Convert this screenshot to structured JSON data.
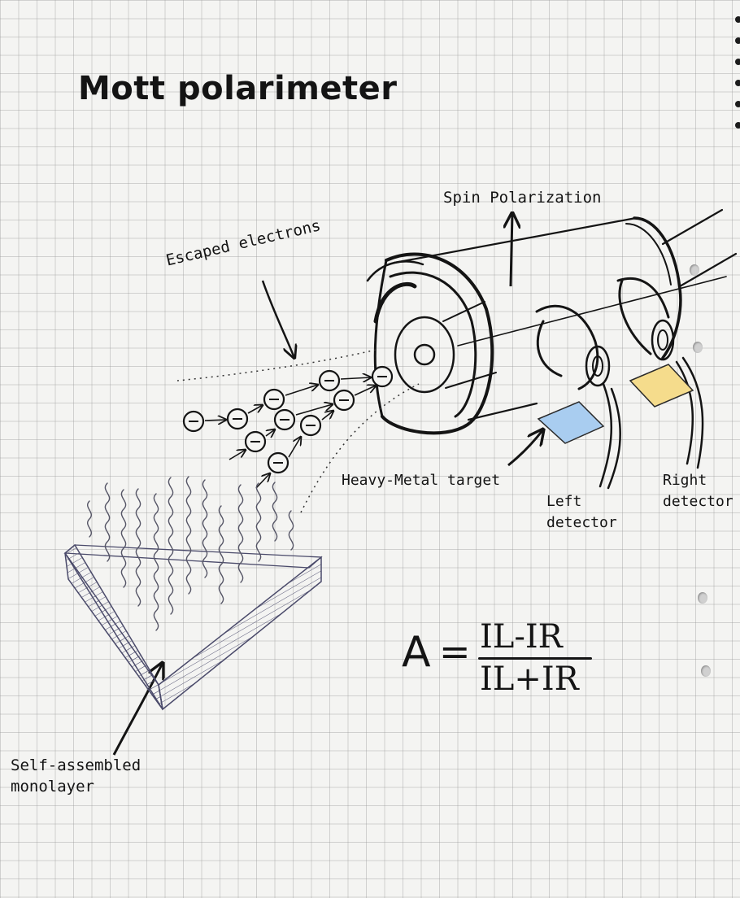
{
  "title": "Mott polarimeter",
  "labels": {
    "spin_polarization": "Spin Polarization",
    "escaped_electrons": "Escaped electrons",
    "heavy_metal_target": "Heavy-Metal target",
    "left_detector_line1": "Left",
    "left_detector_line2": "detector",
    "right_detector_line1": "Right",
    "right_detector_line2": "detector",
    "monolayer_line1": "Self-assembled",
    "monolayer_line2": "monolayer"
  },
  "formula": {
    "lhs": "A",
    "equals": "=",
    "numerator": "IL-IR",
    "denominator": "IL+IR"
  },
  "colors": {
    "ink": "#141414",
    "pencil": "#555566",
    "left_detector": "#a9cdf0",
    "right_detector": "#f5dc8c",
    "grid": "#969696"
  }
}
